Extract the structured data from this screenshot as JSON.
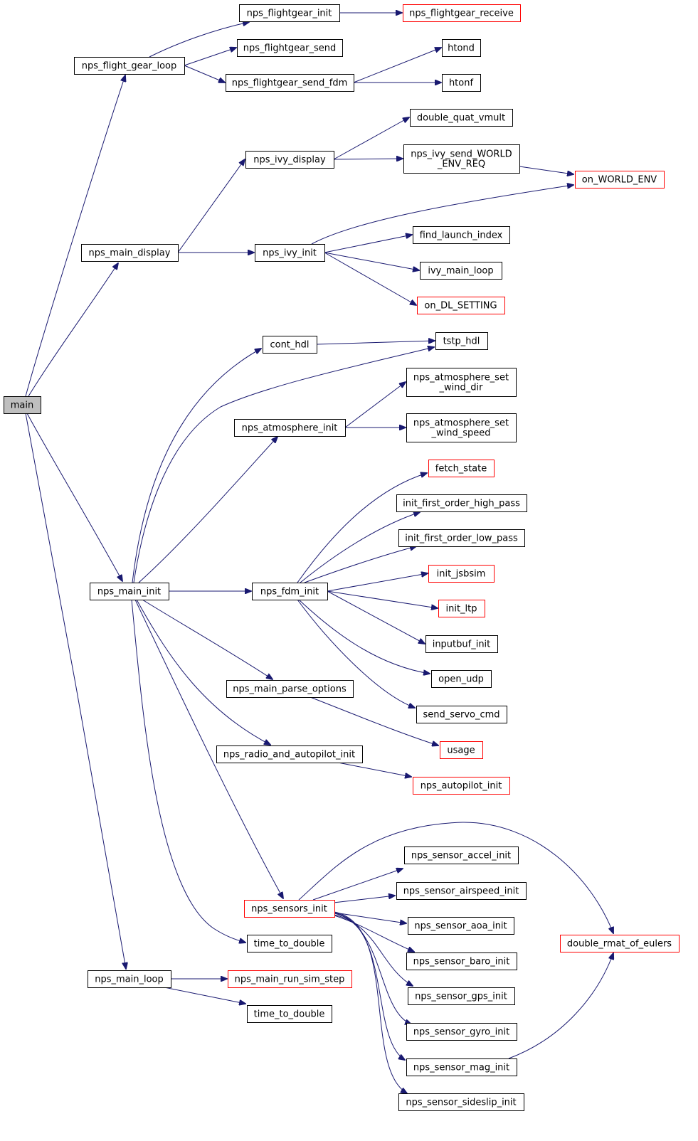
{
  "colors": {
    "edge": "#191970",
    "highlight_border": "#ff0000",
    "root_fill": "#bfbfbf"
  },
  "nodes": {
    "main": {
      "label": [
        "main"
      ],
      "root": true
    },
    "flight_gear_loop": {
      "label": [
        "nps_flight_gear_loop"
      ]
    },
    "fg_init": {
      "label": [
        "nps_flightgear_init"
      ]
    },
    "fg_receive": {
      "label": [
        "nps_flightgear_receive"
      ],
      "highlight": true
    },
    "fg_send": {
      "label": [
        "nps_flightgear_send"
      ]
    },
    "fg_send_fdm": {
      "label": [
        "nps_flightgear_send_fdm"
      ]
    },
    "htond": {
      "label": [
        "htond"
      ]
    },
    "htonf": {
      "label": [
        "htonf"
      ]
    },
    "dqv": {
      "label": [
        "double_quat_vmult"
      ]
    },
    "ivy_display": {
      "label": [
        "nps_ivy_display"
      ]
    },
    "ivy_send_world": {
      "label": [
        "nps_ivy_send_WORLD",
        "_ENV_REQ"
      ]
    },
    "on_world_env": {
      "label": [
        "on_WORLD_ENV"
      ],
      "highlight": true
    },
    "main_display": {
      "label": [
        "nps_main_display"
      ]
    },
    "ivy_init": {
      "label": [
        "nps_ivy_init"
      ]
    },
    "find_launch": {
      "label": [
        "find_launch_index"
      ]
    },
    "ivy_main_loop": {
      "label": [
        "ivy_main_loop"
      ]
    },
    "on_dl_setting": {
      "label": [
        "on_DL_SETTING"
      ],
      "highlight": true
    },
    "cont_hdl": {
      "label": [
        "cont_hdl"
      ]
    },
    "tstp_hdl": {
      "label": [
        "tstp_hdl"
      ]
    },
    "atm_wind_dir": {
      "label": [
        "nps_atmosphere_set",
        "_wind_dir"
      ]
    },
    "atm_init": {
      "label": [
        "nps_atmosphere_init"
      ]
    },
    "atm_wind_speed": {
      "label": [
        "nps_atmosphere_set",
        "_wind_speed"
      ]
    },
    "fetch_state": {
      "label": [
        "fetch_state"
      ],
      "highlight": true
    },
    "hp": {
      "label": [
        "init_first_order_high_pass"
      ]
    },
    "lp": {
      "label": [
        "init_first_order_low_pass"
      ]
    },
    "jsbsim": {
      "label": [
        "init_jsbsim"
      ],
      "highlight": true
    },
    "main_init": {
      "label": [
        "nps_main_init"
      ]
    },
    "fdm_init": {
      "label": [
        "nps_fdm_init"
      ]
    },
    "init_ltp": {
      "label": [
        "init_ltp"
      ],
      "highlight": true
    },
    "inputbuf": {
      "label": [
        "inputbuf_init"
      ]
    },
    "open_udp": {
      "label": [
        "open_udp"
      ]
    },
    "parse_opts": {
      "label": [
        "nps_main_parse_options"
      ]
    },
    "send_servo": {
      "label": [
        "send_servo_cmd"
      ]
    },
    "usage": {
      "label": [
        "usage"
      ],
      "highlight": true
    },
    "radio_ap": {
      "label": [
        "nps_radio_and_autopilot_init"
      ]
    },
    "ap_init": {
      "label": [
        "nps_autopilot_init"
      ],
      "highlight": true
    },
    "accel": {
      "label": [
        "nps_sensor_accel_init"
      ]
    },
    "airspeed": {
      "label": [
        "nps_sensor_airspeed_init"
      ]
    },
    "sensors_init": {
      "label": [
        "nps_sensors_init"
      ],
      "highlight": true
    },
    "aoa": {
      "label": [
        "nps_sensor_aoa_init"
      ]
    },
    "rmat": {
      "label": [
        "double_rmat_of_eulers"
      ],
      "highlight": true
    },
    "t2d_a": {
      "label": [
        "time_to_double"
      ]
    },
    "baro": {
      "label": [
        "nps_sensor_baro_init"
      ]
    },
    "main_loop": {
      "label": [
        "nps_main_loop"
      ]
    },
    "sim_step": {
      "label": [
        "nps_main_run_sim_step"
      ],
      "highlight": true
    },
    "gps": {
      "label": [
        "nps_sensor_gps_init"
      ]
    },
    "t2d_b": {
      "label": [
        "time_to_double"
      ]
    },
    "gyro": {
      "label": [
        "nps_sensor_gyro_init"
      ]
    },
    "mag": {
      "label": [
        "nps_sensor_mag_init"
      ]
    },
    "sideslip": {
      "label": [
        "nps_sensor_sideslip_init"
      ]
    }
  },
  "edges": [
    [
      "main",
      "flight_gear_loop"
    ],
    [
      "main",
      "main_display"
    ],
    [
      "main",
      "main_init"
    ],
    [
      "main",
      "main_loop"
    ],
    [
      "flight_gear_loop",
      "fg_init"
    ],
    [
      "flight_gear_loop",
      "fg_send"
    ],
    [
      "flight_gear_loop",
      "fg_send_fdm"
    ],
    [
      "fg_init",
      "fg_receive"
    ],
    [
      "fg_send_fdm",
      "htond"
    ],
    [
      "fg_send_fdm",
      "htonf"
    ],
    [
      "main_display",
      "ivy_display"
    ],
    [
      "main_display",
      "ivy_init"
    ],
    [
      "ivy_display",
      "dqv"
    ],
    [
      "ivy_display",
      "ivy_send_world"
    ],
    [
      "ivy_send_world",
      "on_world_env"
    ],
    [
      "ivy_init",
      "on_world_env"
    ],
    [
      "ivy_init",
      "find_launch"
    ],
    [
      "ivy_init",
      "ivy_main_loop"
    ],
    [
      "ivy_init",
      "on_dl_setting"
    ],
    [
      "main_init",
      "cont_hdl"
    ],
    [
      "main_init",
      "tstp_hdl"
    ],
    [
      "main_init",
      "atm_init"
    ],
    [
      "main_init",
      "fdm_init"
    ],
    [
      "main_init",
      "parse_opts"
    ],
    [
      "main_init",
      "radio_ap"
    ],
    [
      "main_init",
      "sensors_init"
    ],
    [
      "main_init",
      "t2d_a"
    ],
    [
      "cont_hdl",
      "tstp_hdl"
    ],
    [
      "atm_init",
      "atm_wind_dir"
    ],
    [
      "atm_init",
      "atm_wind_speed"
    ],
    [
      "fdm_init",
      "fetch_state"
    ],
    [
      "fdm_init",
      "hp"
    ],
    [
      "fdm_init",
      "lp"
    ],
    [
      "fdm_init",
      "jsbsim"
    ],
    [
      "fdm_init",
      "init_ltp"
    ],
    [
      "fdm_init",
      "inputbuf"
    ],
    [
      "fdm_init",
      "open_udp"
    ],
    [
      "fdm_init",
      "send_servo"
    ],
    [
      "parse_opts",
      "usage"
    ],
    [
      "radio_ap",
      "ap_init"
    ],
    [
      "sensors_init",
      "rmat"
    ],
    [
      "sensors_init",
      "accel"
    ],
    [
      "sensors_init",
      "airspeed"
    ],
    [
      "sensors_init",
      "aoa"
    ],
    [
      "sensors_init",
      "baro"
    ],
    [
      "sensors_init",
      "gps"
    ],
    [
      "sensors_init",
      "gyro"
    ],
    [
      "sensors_init",
      "mag"
    ],
    [
      "sensors_init",
      "sideslip"
    ],
    [
      "mag",
      "rmat"
    ],
    [
      "main_loop",
      "sim_step"
    ],
    [
      "main_loop",
      "t2d_b"
    ]
  ]
}
